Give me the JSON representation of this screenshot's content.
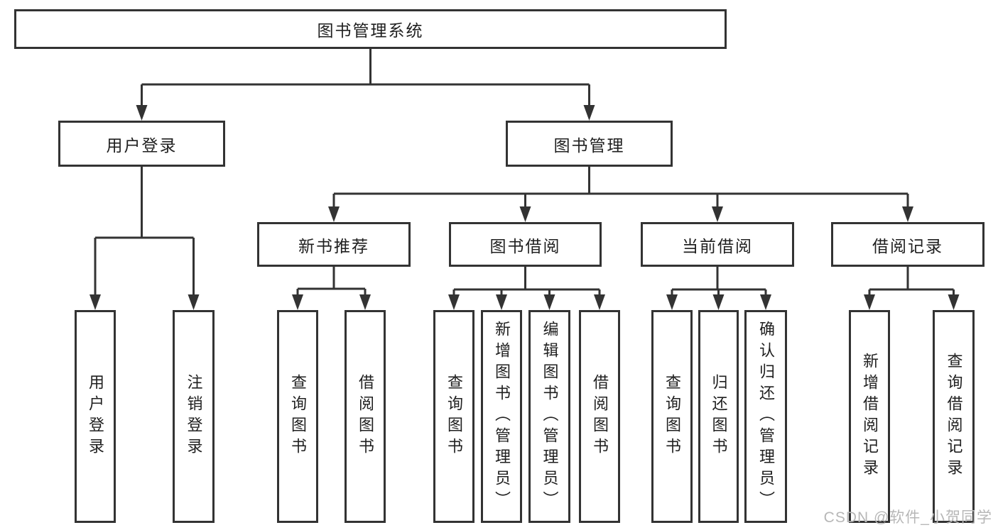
{
  "tree": {
    "root": {
      "label": "图书管理系统"
    },
    "branches": [
      {
        "label": "用户登录",
        "children": [
          {
            "label": "用户登录"
          },
          {
            "label": "注销登录"
          }
        ]
      },
      {
        "label": "图书管理",
        "children": [
          {
            "label": "新书推荐",
            "children": [
              {
                "label": "查询图书"
              },
              {
                "label": "借阅图书"
              }
            ]
          },
          {
            "label": "图书借阅",
            "children": [
              {
                "label": "查询图书"
              },
              {
                "label": "新增图书（管理员）"
              },
              {
                "label": "编辑图书（管理员）"
              },
              {
                "label": "借阅图书"
              }
            ]
          },
          {
            "label": "当前借阅",
            "children": [
              {
                "label": "查询图书"
              },
              {
                "label": "归还图书"
              },
              {
                "label": "确认归还（管理员）"
              }
            ]
          },
          {
            "label": "借阅记录",
            "children": [
              {
                "label": "新增借阅记录"
              },
              {
                "label": "查询借阅记录"
              }
            ]
          }
        ]
      }
    ]
  },
  "watermark": {
    "text": "CSDN @软件_小贺同学"
  },
  "colors": {
    "line": "#333333",
    "box_border": "#333333",
    "box_fill": "#ffffff",
    "text": "#1f1f1f",
    "background": "#ffffff",
    "watermark": "#b7b7b7"
  }
}
